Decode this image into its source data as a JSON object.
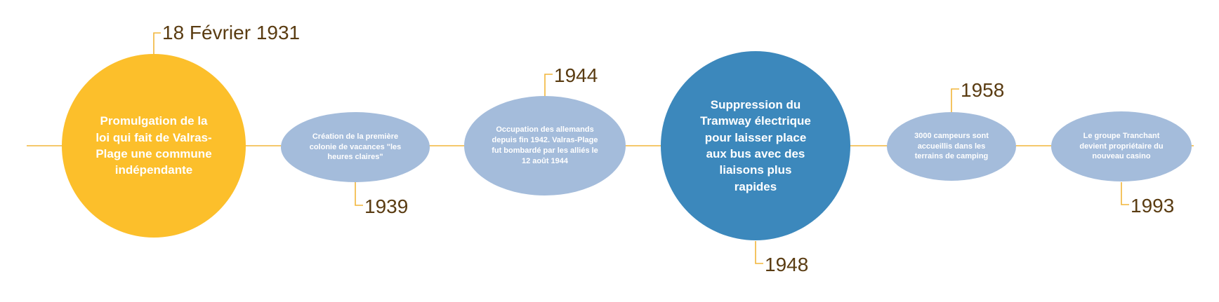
{
  "colors": {
    "axis": "#f2b53a",
    "leader": "#f2b53a",
    "yellow": "#fcbf2b",
    "light_blue": "#a4bcdb",
    "dark_blue": "#3c88bc",
    "date_text": "#5a3c12"
  },
  "events": [
    {
      "date": "18 Février 1931",
      "text": "Promulgation de la loi qui fait de Valras-Plage une commune indépendante",
      "color": "yellow"
    },
    {
      "date": "1939",
      "text": "Création de la première colonie de vacances \"les heures claires\"",
      "color": "light_blue"
    },
    {
      "date": "1944",
      "text": "Occupation des allemands depuis fin 1942. Valras-Plage fut bombardé par les alliés le 12 août 1944",
      "color": "light_blue"
    },
    {
      "date": "1948",
      "text": "Suppression du Tramway électrique pour laisser place aux bus avec des liaisons plus rapides",
      "color": "dark_blue"
    },
    {
      "date": "1958",
      "text": "3000 campeurs sont accueillis dans les terrains de camping",
      "color": "light_blue"
    },
    {
      "date": "1993",
      "text": "Le groupe Tranchant devient propriétaire du nouveau casino",
      "color": "light_blue"
    }
  ]
}
